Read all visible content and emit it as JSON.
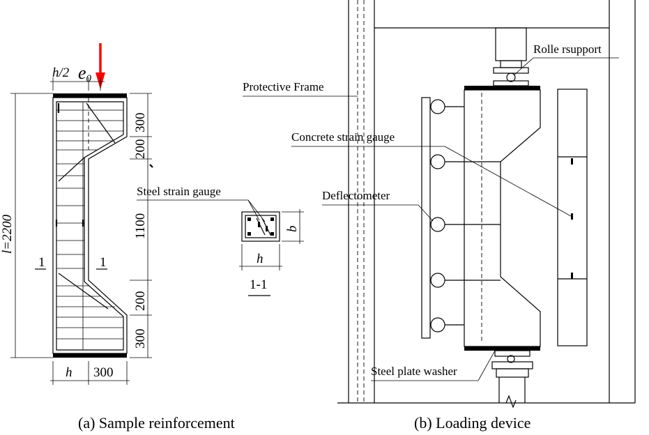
{
  "panel_a": {
    "caption": "(a) Sample reinforcement",
    "dims": {
      "half_h": "h/2",
      "eccentricity": "e",
      "eccentricity_sub": "0",
      "length": "l=2200",
      "top_segment": "300",
      "top_taper": "200",
      "middle": "1100",
      "bottom_taper": "200",
      "bottom_segment": "300",
      "width_h": "h",
      "width_300": "300"
    },
    "section_marks": {
      "left": "1",
      "right": "1"
    },
    "load_arrow_color": "#ff0000"
  },
  "section": {
    "label": "Steel strain gauge",
    "dim_b": "b",
    "dim_h": "h",
    "title": "1-1"
  },
  "panel_b": {
    "caption": "(b)  Loading device",
    "labels": {
      "protective_frame": "Protective Frame",
      "roller_support": "Rolle rsupport",
      "concrete_strain_gauge": "Concrete strain gauge",
      "deflectometer": "Deflectometer",
      "steel_plate_washer": "Steel plate washer"
    }
  }
}
